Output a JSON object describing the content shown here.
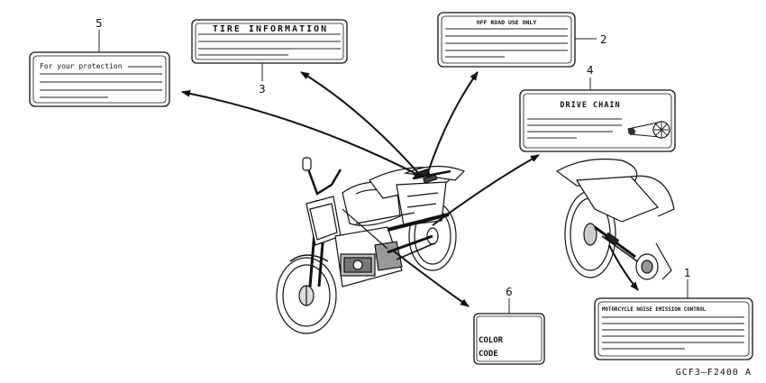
{
  "labels": [
    {
      "number": "1",
      "title": "MOTORCYCLE NOISE EMISSION CONTROL"
    },
    {
      "number": "2",
      "title": "OFF ROAD USE ONLY"
    },
    {
      "number": "3",
      "title": "TIRE INFORMATION"
    },
    {
      "number": "4",
      "title": "DRIVE CHAIN"
    },
    {
      "number": "5",
      "title": "For your protection"
    },
    {
      "number": "6",
      "title_line1": "COLOR",
      "title_line2": "CODE"
    }
  ],
  "reference_code": "GCF3–F2400 A"
}
